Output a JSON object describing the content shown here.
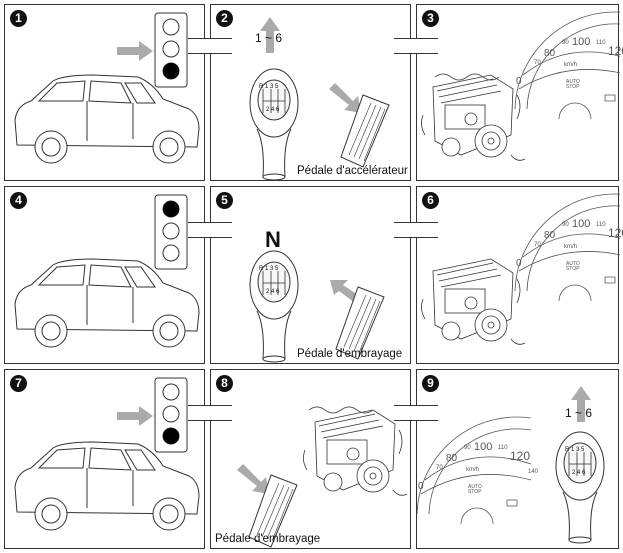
{
  "panels": [
    {
      "number": "1",
      "traffic_light_lit": "bottom"
    },
    {
      "number": "2",
      "gear_label": "1 ~ 6",
      "pedal_label": "Pédale d'accélérateur"
    },
    {
      "number": "3"
    },
    {
      "number": "4",
      "traffic_light_lit": "top"
    },
    {
      "number": "5",
      "gear_label": "N",
      "pedal_label": "Pédale d'embrayage"
    },
    {
      "number": "6"
    },
    {
      "number": "7",
      "traffic_light_lit": "bottom"
    },
    {
      "number": "8",
      "pedal_label": "Pédale d'embrayage"
    },
    {
      "number": "9",
      "gear_label": "1 ~ 6"
    }
  ],
  "gear_pattern": {
    "top": "R 1 3 5",
    "bottom": "2 4 6"
  },
  "speedometer": {
    "ticks": [
      "0",
      "70",
      "80",
      "90",
      "100",
      "110",
      "120",
      "140"
    ],
    "unit": "km/h",
    "auto_stop": "AUTO STOP"
  },
  "colors": {
    "arrow": "#a8a8a8",
    "outline": "#333333",
    "lamp_on": "#000000"
  }
}
